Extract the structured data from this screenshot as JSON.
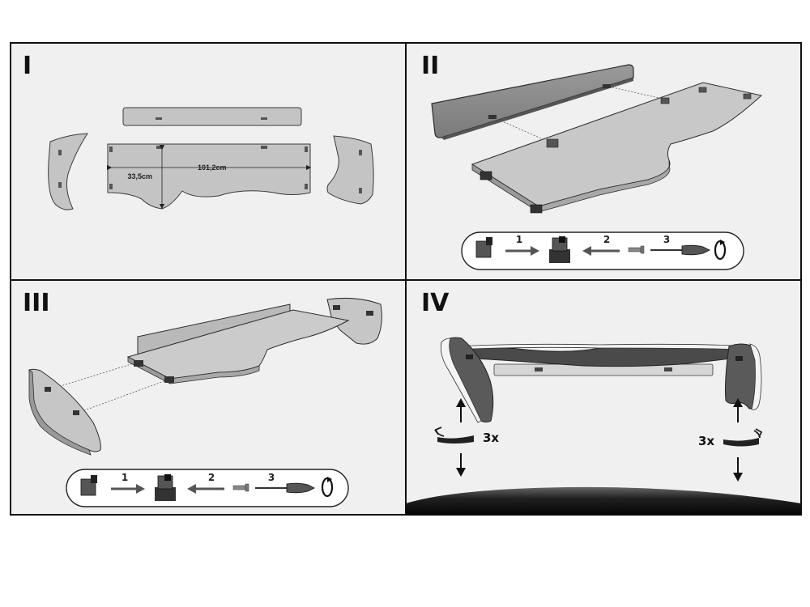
{
  "panels": [
    {
      "label": "I"
    },
    {
      "label": "II"
    },
    {
      "label": "III"
    },
    {
      "label": "IV"
    }
  ],
  "dimensions": {
    "width": "101,2cm",
    "depth": "33,5cm"
  },
  "sequence_ii": {
    "step1": "1",
    "step2": "2",
    "step3": "3"
  },
  "sequence_iii": {
    "step1": "1",
    "step2": "2",
    "step3": "3"
  },
  "repeat_left": "3x",
  "repeat_right": "3x",
  "colors": {
    "border": "#111111",
    "panel_bg": "#f0f0f0",
    "part_fill": "#c4c4c4",
    "part_dark": "#555555",
    "part_stroke": "#3a3a3a"
  }
}
